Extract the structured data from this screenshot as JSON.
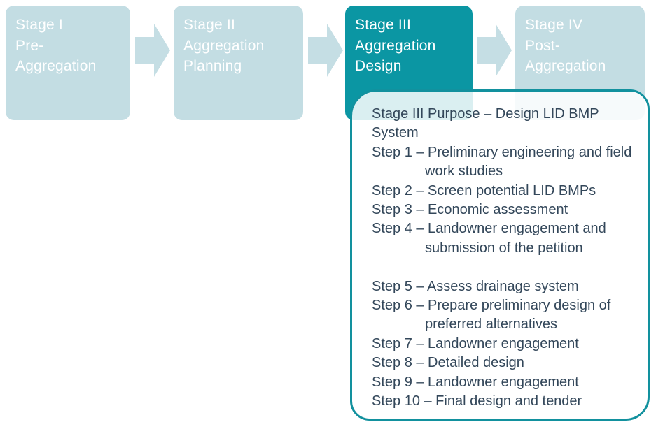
{
  "stages": [
    {
      "name": "stage-1",
      "lines": [
        "Stage I",
        "Pre-",
        "Aggregation"
      ],
      "active": false
    },
    {
      "name": "stage-2",
      "lines": [
        "Stage II",
        "Aggregation",
        "Planning"
      ],
      "active": false
    },
    {
      "name": "stage-3",
      "lines": [
        "Stage III",
        "Aggregation",
        "Design"
      ],
      "active": true
    },
    {
      "name": "stage-4",
      "lines": [
        "Stage IV",
        "Post-",
        "Aggregation"
      ],
      "active": false
    }
  ],
  "callout": {
    "title_line1": "Stage III Purpose – Design LID BMP",
    "title_line2": "System",
    "lines": [
      {
        "text": "Step 1 – Preliminary engineering and field",
        "indent": false,
        "blank": false
      },
      {
        "text": "work studies",
        "indent": true,
        "blank": false
      },
      {
        "text": "Step 2 – Screen potential LID BMPs",
        "indent": false,
        "blank": false
      },
      {
        "text": "Step 3 – Economic assessment",
        "indent": false,
        "blank": false
      },
      {
        "text": "Step 4 – Landowner engagement and",
        "indent": false,
        "blank": false
      },
      {
        "text": "submission of the petition",
        "indent": true,
        "blank": false
      },
      {
        "text": "",
        "indent": false,
        "blank": true
      },
      {
        "text": "Step 5 – Assess drainage system",
        "indent": false,
        "blank": false
      },
      {
        "text": "Step 6 – Prepare preliminary design of",
        "indent": false,
        "blank": false
      },
      {
        "text": "preferred alternatives",
        "indent": true,
        "blank": false
      },
      {
        "text": "Step 7 – Landowner engagement",
        "indent": false,
        "blank": false
      },
      {
        "text": "Step 8 – Detailed design",
        "indent": false,
        "blank": false
      },
      {
        "text": "Step 9 – Landowner engagement",
        "indent": false,
        "blank": false
      },
      {
        "text": "Step 10 – Final design and tender",
        "indent": false,
        "blank": false
      }
    ]
  },
  "colors": {
    "background": "#ffffff",
    "stage_fill": "#c3dde3",
    "stage_text": "#ffffff",
    "active_stage_fill": "#0b96a3",
    "arrow_fill": "#c5dee4",
    "callout_border": "#12919e",
    "callout_fill": "rgba(255,255,255,0.85)",
    "callout_text": "#33475a"
  }
}
